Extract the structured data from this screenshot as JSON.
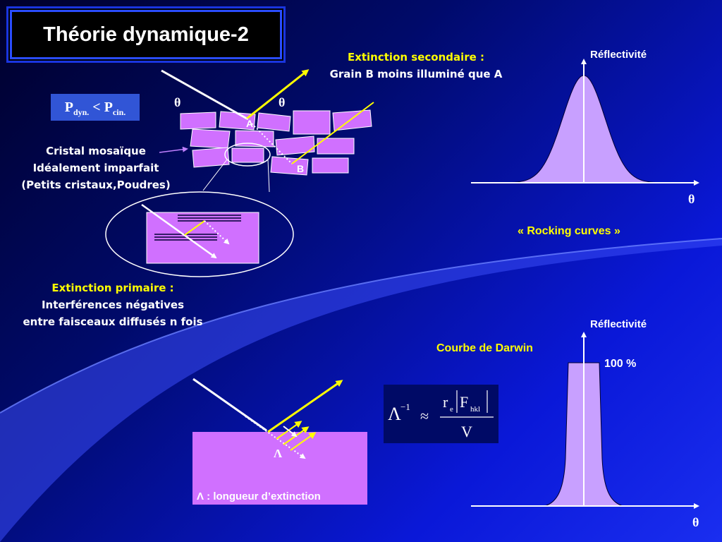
{
  "title": "Théorie dynamique-2",
  "p_relation": {
    "p1": "P",
    "p1_sub": "dyn.",
    "op": "<",
    "p2": "P",
    "p2_sub": "cin."
  },
  "extinction_secondaire": {
    "heading": "Extinction secondaire :",
    "text": "Grain B moins illuminé que A"
  },
  "mosaic_labels": {
    "theta": "θ",
    "grain_a": "A",
    "grain_b": "B"
  },
  "cristal_mosaique": {
    "line1": "Cristal mosaïque",
    "line2": "Idéalement imparfait",
    "line3": "(Petits cristaux,Poudres)"
  },
  "extinction_primaire": {
    "heading": "Extinction primaire :",
    "line1": "Interférences négatives",
    "line2": "entre faisceaux diffusés n fois"
  },
  "rocking_plot": {
    "y_label": "Réflectivité",
    "x_label": "θ",
    "caption": "« Rocking curves »",
    "fill_color": "#c8a0ff"
  },
  "darwin_plot": {
    "y_label": "Réflectivité",
    "x_label": "θ",
    "caption": "Courbe de Darwin",
    "level_label": "100 %",
    "fill_color": "#c8a0ff"
  },
  "extinction_length": {
    "symbol": "Λ",
    "legend": "Λ : longueur d’extinction"
  },
  "equation": {
    "lhs": "Λ",
    "lhs_exp": "−1",
    "approx": "≈",
    "num_r": "r",
    "num_r_sub": "e",
    "num_f": "F",
    "num_f_sub": "hkl",
    "den": "V"
  },
  "colors": {
    "crystal": "#d070ff",
    "yellow": "#ffff00",
    "caption_yellow": "#ffff00"
  }
}
